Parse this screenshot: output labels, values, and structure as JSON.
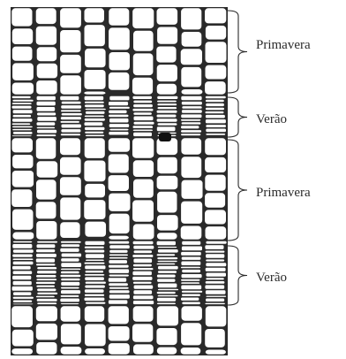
{
  "diagram": {
    "bands": [
      {
        "label": "Primavera",
        "type": "spring"
      },
      {
        "label": "Verão",
        "type": "summer"
      },
      {
        "label": "Primavera",
        "type": "spring"
      },
      {
        "label": "Verão",
        "type": "summer"
      }
    ],
    "colors": {
      "ink": "#2a2a2a",
      "cell": "#ffffff",
      "background": "#ffffff"
    }
  }
}
